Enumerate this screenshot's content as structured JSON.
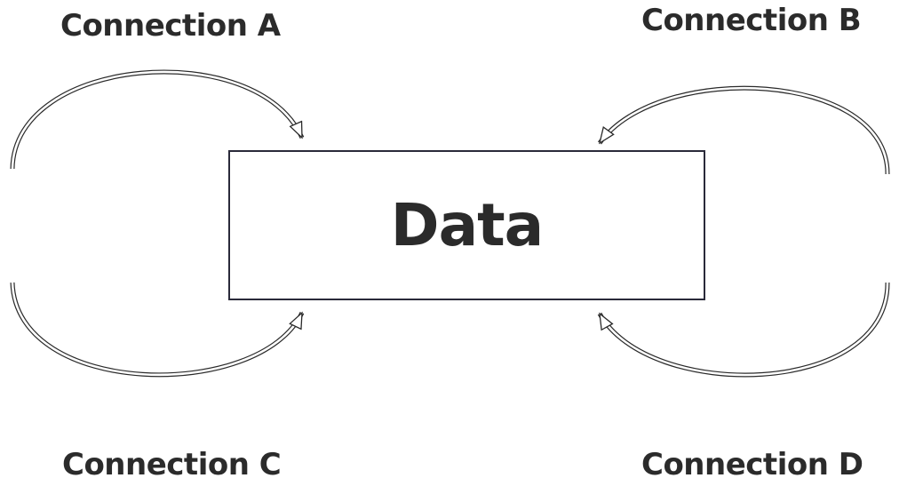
{
  "diagram": {
    "center": {
      "label": "Data"
    },
    "connections": [
      {
        "id": "a",
        "label": "Connection A"
      },
      {
        "id": "b",
        "label": "Connection B"
      },
      {
        "id": "c",
        "label": "Connection C"
      },
      {
        "id": "d",
        "label": "Connection D"
      }
    ]
  }
}
